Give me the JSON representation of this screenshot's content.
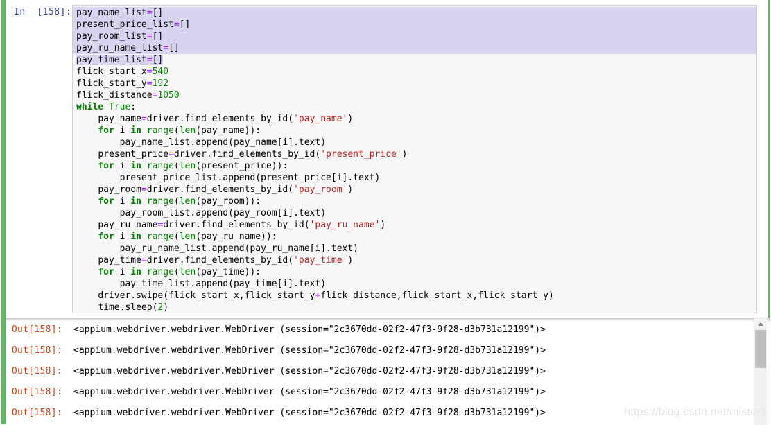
{
  "notebook": {
    "input_cell": {
      "prompt": "In  [158]:",
      "selection_color": "#d7d4f0",
      "selected_cell_bar_color": "#5cb85c",
      "code_lines": [
        {
          "indent": 0,
          "selected": "full",
          "tokens": [
            {
              "t": "plain",
              "v": "pay_name_list"
            },
            {
              "t": "op",
              "v": "="
            },
            {
              "t": "plain",
              "v": "[]"
            }
          ]
        },
        {
          "indent": 0,
          "selected": "full",
          "tokens": [
            {
              "t": "plain",
              "v": "present_price_list"
            },
            {
              "t": "op",
              "v": "="
            },
            {
              "t": "plain",
              "v": "[]"
            }
          ]
        },
        {
          "indent": 0,
          "selected": "full",
          "tokens": [
            {
              "t": "plain",
              "v": "pay_room_list"
            },
            {
              "t": "op",
              "v": "="
            },
            {
              "t": "plain",
              "v": "[]"
            }
          ]
        },
        {
          "indent": 0,
          "selected": "full",
          "tokens": [
            {
              "t": "plain",
              "v": "pay_ru_name_list"
            },
            {
              "t": "op",
              "v": "="
            },
            {
              "t": "plain",
              "v": "[]"
            }
          ]
        },
        {
          "indent": 0,
          "selected": "partial",
          "tokens": [
            {
              "t": "plain",
              "v": "pay_time_list"
            },
            {
              "t": "op",
              "v": "="
            },
            {
              "t": "plain",
              "v": "[]"
            }
          ]
        },
        {
          "indent": 0,
          "selected": "none",
          "tokens": [
            {
              "t": "plain",
              "v": "flick_start_x"
            },
            {
              "t": "op",
              "v": "="
            },
            {
              "t": "num",
              "v": "540"
            }
          ]
        },
        {
          "indent": 0,
          "selected": "none",
          "tokens": [
            {
              "t": "plain",
              "v": "flick_start_y"
            },
            {
              "t": "op",
              "v": "="
            },
            {
              "t": "num",
              "v": "192"
            }
          ]
        },
        {
          "indent": 0,
          "selected": "none",
          "tokens": [
            {
              "t": "plain",
              "v": "flick_distance"
            },
            {
              "t": "op",
              "v": "="
            },
            {
              "t": "num",
              "v": "1050"
            }
          ]
        },
        {
          "indent": 0,
          "selected": "none",
          "tokens": [
            {
              "t": "kw",
              "v": "while "
            },
            {
              "t": "bi",
              "v": "True"
            },
            {
              "t": "plain",
              "v": ":"
            }
          ]
        },
        {
          "indent": 1,
          "selected": "none",
          "tokens": [
            {
              "t": "plain",
              "v": "pay_name"
            },
            {
              "t": "op",
              "v": "="
            },
            {
              "t": "plain",
              "v": "driver.find_elements_by_id("
            },
            {
              "t": "str",
              "v": "'pay_name'"
            },
            {
              "t": "plain",
              "v": ")"
            }
          ]
        },
        {
          "indent": 1,
          "selected": "none",
          "tokens": [
            {
              "t": "kw",
              "v": "for"
            },
            {
              "t": "plain",
              "v": " i "
            },
            {
              "t": "kw",
              "v": "in"
            },
            {
              "t": "plain",
              "v": " "
            },
            {
              "t": "bi",
              "v": "range"
            },
            {
              "t": "plain",
              "v": "("
            },
            {
              "t": "bi",
              "v": "len"
            },
            {
              "t": "plain",
              "v": "(pay_name)):"
            }
          ]
        },
        {
          "indent": 2,
          "selected": "none",
          "tokens": [
            {
              "t": "plain",
              "v": "pay_name_list.append(pay_name[i].text)"
            }
          ]
        },
        {
          "indent": 1,
          "selected": "none",
          "tokens": [
            {
              "t": "plain",
              "v": "present_price"
            },
            {
              "t": "op",
              "v": "="
            },
            {
              "t": "plain",
              "v": "driver.find_elements_by_id("
            },
            {
              "t": "str",
              "v": "'present_price'"
            },
            {
              "t": "plain",
              "v": ")"
            }
          ]
        },
        {
          "indent": 1,
          "selected": "none",
          "tokens": [
            {
              "t": "kw",
              "v": "for"
            },
            {
              "t": "plain",
              "v": " i "
            },
            {
              "t": "kw",
              "v": "in"
            },
            {
              "t": "plain",
              "v": " "
            },
            {
              "t": "bi",
              "v": "range"
            },
            {
              "t": "plain",
              "v": "("
            },
            {
              "t": "bi",
              "v": "len"
            },
            {
              "t": "plain",
              "v": "(present_price)):"
            }
          ]
        },
        {
          "indent": 2,
          "selected": "none",
          "tokens": [
            {
              "t": "plain",
              "v": "present_price_list.append(present_price[i].text)"
            }
          ]
        },
        {
          "indent": 1,
          "selected": "none",
          "tokens": [
            {
              "t": "plain",
              "v": "pay_room"
            },
            {
              "t": "op",
              "v": "="
            },
            {
              "t": "plain",
              "v": "driver.find_elements_by_id("
            },
            {
              "t": "str",
              "v": "'pay_room'"
            },
            {
              "t": "plain",
              "v": ")"
            }
          ]
        },
        {
          "indent": 1,
          "selected": "none",
          "tokens": [
            {
              "t": "kw",
              "v": "for"
            },
            {
              "t": "plain",
              "v": " i "
            },
            {
              "t": "kw",
              "v": "in"
            },
            {
              "t": "plain",
              "v": " "
            },
            {
              "t": "bi",
              "v": "range"
            },
            {
              "t": "plain",
              "v": "("
            },
            {
              "t": "bi",
              "v": "len"
            },
            {
              "t": "plain",
              "v": "(pay_room)):"
            }
          ]
        },
        {
          "indent": 2,
          "selected": "none",
          "tokens": [
            {
              "t": "plain",
              "v": "pay_room_list.append(pay_room[i].text)"
            }
          ]
        },
        {
          "indent": 1,
          "selected": "none",
          "tokens": [
            {
              "t": "plain",
              "v": "pay_ru_name"
            },
            {
              "t": "op",
              "v": "="
            },
            {
              "t": "plain",
              "v": "driver.find_elements_by_id("
            },
            {
              "t": "str",
              "v": "'pay_ru_name'"
            },
            {
              "t": "plain",
              "v": ")"
            }
          ]
        },
        {
          "indent": 1,
          "selected": "none",
          "tokens": [
            {
              "t": "kw",
              "v": "for"
            },
            {
              "t": "plain",
              "v": " i "
            },
            {
              "t": "kw",
              "v": "in"
            },
            {
              "t": "plain",
              "v": " "
            },
            {
              "t": "bi",
              "v": "range"
            },
            {
              "t": "plain",
              "v": "("
            },
            {
              "t": "bi",
              "v": "len"
            },
            {
              "t": "plain",
              "v": "(pay_ru_name)):"
            }
          ]
        },
        {
          "indent": 2,
          "selected": "none",
          "tokens": [
            {
              "t": "plain",
              "v": "pay_ru_name_list.append(pay_ru_name[i].text)"
            }
          ]
        },
        {
          "indent": 1,
          "selected": "none",
          "tokens": [
            {
              "t": "plain",
              "v": "pay_time"
            },
            {
              "t": "op",
              "v": "="
            },
            {
              "t": "plain",
              "v": "driver.find_elements_by_id("
            },
            {
              "t": "str",
              "v": "'pay_time'"
            },
            {
              "t": "plain",
              "v": ")"
            }
          ]
        },
        {
          "indent": 1,
          "selected": "none",
          "tokens": [
            {
              "t": "kw",
              "v": "for"
            },
            {
              "t": "plain",
              "v": " i "
            },
            {
              "t": "kw",
              "v": "in"
            },
            {
              "t": "plain",
              "v": " "
            },
            {
              "t": "bi",
              "v": "range"
            },
            {
              "t": "plain",
              "v": "("
            },
            {
              "t": "bi",
              "v": "len"
            },
            {
              "t": "plain",
              "v": "(pay_time)):"
            }
          ]
        },
        {
          "indent": 2,
          "selected": "none",
          "tokens": [
            {
              "t": "plain",
              "v": "pay_time_list.append(pay_time[i].text)"
            }
          ]
        },
        {
          "indent": 1,
          "selected": "none",
          "tokens": [
            {
              "t": "plain",
              "v": "driver.swipe(flick_start_x,flick_start_y"
            },
            {
              "t": "op",
              "v": "+"
            },
            {
              "t": "plain",
              "v": "flick_distance,flick_start_x,flick_start_y)"
            }
          ]
        },
        {
          "indent": 1,
          "selected": "none",
          "tokens": [
            {
              "t": "plain",
              "v": "time.sleep("
            },
            {
              "t": "num",
              "v": "2"
            },
            {
              "t": "plain",
              "v": ")"
            }
          ]
        }
      ]
    },
    "output_area": {
      "rows": [
        {
          "prompt": "Out[158]:",
          "text": "<appium.webdriver.webdriver.WebDriver (session=\"2c3670dd-02f2-47f3-9f28-d3b731a12199\")>"
        },
        {
          "prompt": "Out[158]:",
          "text": "<appium.webdriver.webdriver.WebDriver (session=\"2c3670dd-02f2-47f3-9f28-d3b731a12199\")>"
        },
        {
          "prompt": "Out[158]:",
          "text": "<appium.webdriver.webdriver.WebDriver (session=\"2c3670dd-02f2-47f3-9f28-d3b731a12199\")>"
        },
        {
          "prompt": "Out[158]:",
          "text": "<appium.webdriver.webdriver.WebDriver (session=\"2c3670dd-02f2-47f3-9f28-d3b731a12199\")>"
        },
        {
          "prompt": "Out[158]:",
          "text": "<appium.webdriver.webdriver.WebDriver (session=\"2c3670dd-02f2-47f3-9f28-d3b731a12199\")>"
        }
      ],
      "scrollbar": {
        "up_arrow_icon": "triangle-up-icon"
      }
    },
    "watermark": "https://blog.csdn.net/mister1"
  },
  "colors": {
    "prompt_in": "#303f9f",
    "prompt_out": "#d84315",
    "selection": "#d7d4f0",
    "cell_bar_green": "#5cb85c",
    "string": "#ba2121",
    "number": "#008000",
    "keyword": "#008000",
    "operator": "#aa22ff",
    "editor_bg": "#f7f7f7"
  }
}
